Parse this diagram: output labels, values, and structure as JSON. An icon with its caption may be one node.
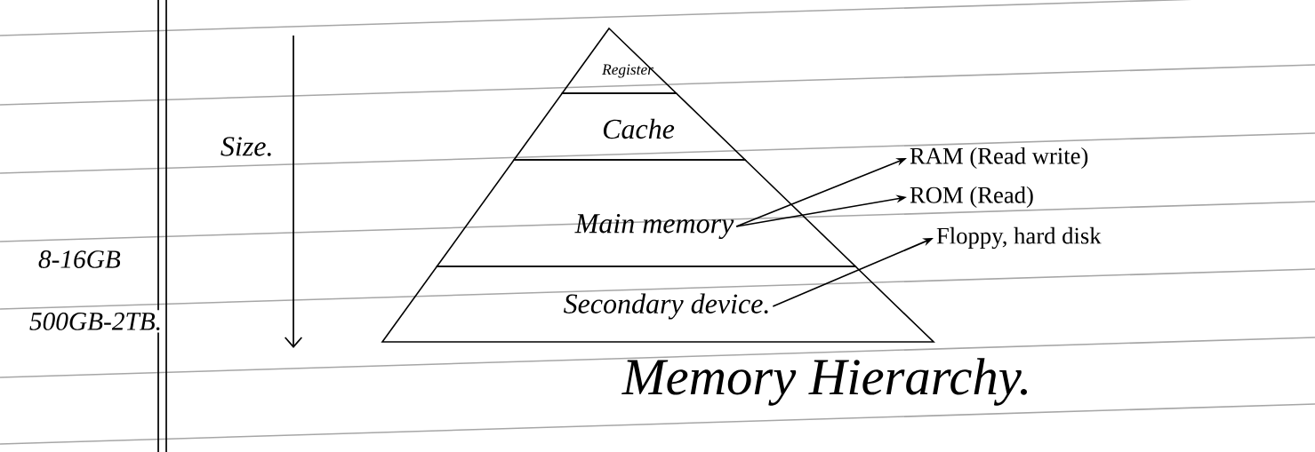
{
  "diagram": {
    "title": "Memory Hierarchy.",
    "nodes": [
      {
        "text": [
          "Register"
        ]
      },
      {
        "text": [
          "Cache"
        ]
      },
      {
        "text": [
          "Main memory"
        ]
      },
      {
        "text": [
          "Secondary device."
        ]
      },
      {
        "text": [
          "RAM (Read write)"
        ]
      },
      {
        "text": [
          "ROM (Read)"
        ]
      },
      {
        "text": [
          "Floppy, hard disk"
        ]
      }
    ],
    "edges": [
      {
        "from": 2,
        "to": 4,
        "arrow": "to"
      },
      {
        "from": 2,
        "to": 5,
        "arrow": "to"
      },
      {
        "from": 3,
        "to": 6,
        "arrow": "to"
      }
    ],
    "labels": [
      "Size.",
      "8-16GB",
      "500GB-2TB."
    ]
  }
}
